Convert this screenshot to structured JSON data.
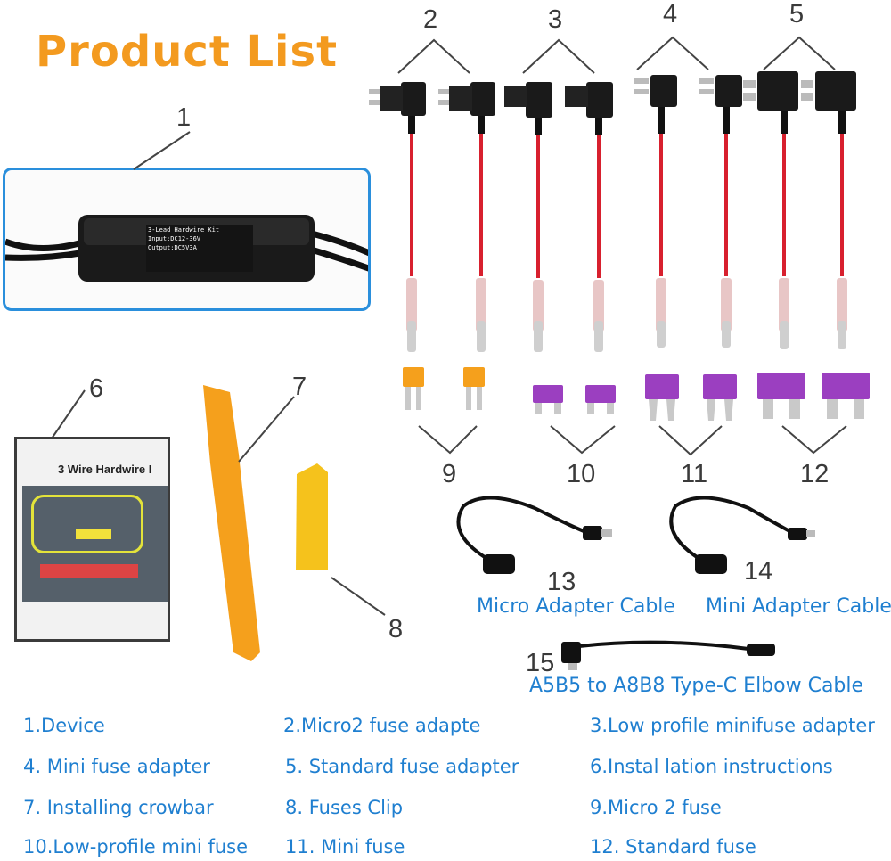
{
  "title": "Product List",
  "numbers": {
    "n1": "1",
    "n2": "2",
    "n3": "3",
    "n4": "4",
    "n5": "5",
    "n6": "6",
    "n7": "7",
    "n8": "8",
    "n9": "9",
    "n10": "10",
    "n11": "11",
    "n12": "12",
    "n13": "13",
    "n14": "14",
    "n15": "15"
  },
  "device_label": {
    "line1": "3-Lead Hardwire Kit",
    "line2": "Input:DC12-36V",
    "line3": "Output:DC5V3A"
  },
  "manual_heading": "3 Wire Hardwire I",
  "captions": {
    "micro": "Micro Adapter Cable",
    "mini": "Mini Adapter Cable",
    "elbow": "A5B5 to A8B8 Type-C Elbow Cable"
  },
  "list": [
    "1.Device",
    "2.Micro2 fuse adapte",
    "3.Low profile minifuse adapter",
    "4. Mini fuse adapter",
    "5. Standard fuse adapter",
    "6.Instal lation instructions",
    "7. Installing crowbar",
    "8. Fuses Clip",
    "9.Micro 2 fuse",
    "10.Low-profile mini fuse",
    "11. Mini fuse",
    "12. Standard fuse"
  ],
  "colors": {
    "title": "#f39a1f",
    "caption": "#1f7fd0",
    "device_border": "#2a8fdc",
    "fuse_orange": "#f5a01c",
    "fuse_purple": "#9b3fc0",
    "wire_red": "#d8202e"
  }
}
